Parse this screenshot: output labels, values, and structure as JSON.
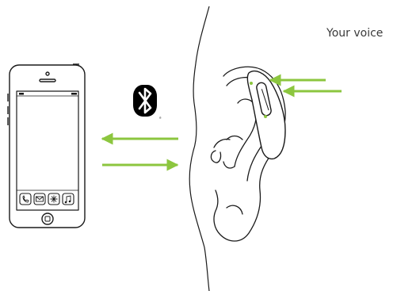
{
  "annotation": {
    "voice_label": "Your voice"
  },
  "icons": {
    "phone": "smartphone-icon",
    "bluetooth": "bluetooth-icon",
    "phone_apps": [
      "phone-app-icon",
      "mail-app-icon",
      "sync-app-icon",
      "music-app-icon"
    ],
    "headset": "hearing-aid-icon",
    "ear": "ear-illustration"
  },
  "colors": {
    "arrow": "#8cc63f",
    "line": "#1a1a1a",
    "indicator_light": "#8cc63f",
    "bluetooth_badge": "#000000"
  },
  "arrows": {
    "to_phone": "left",
    "to_headset": "right",
    "voice_upper": "left",
    "voice_lower": "left"
  }
}
